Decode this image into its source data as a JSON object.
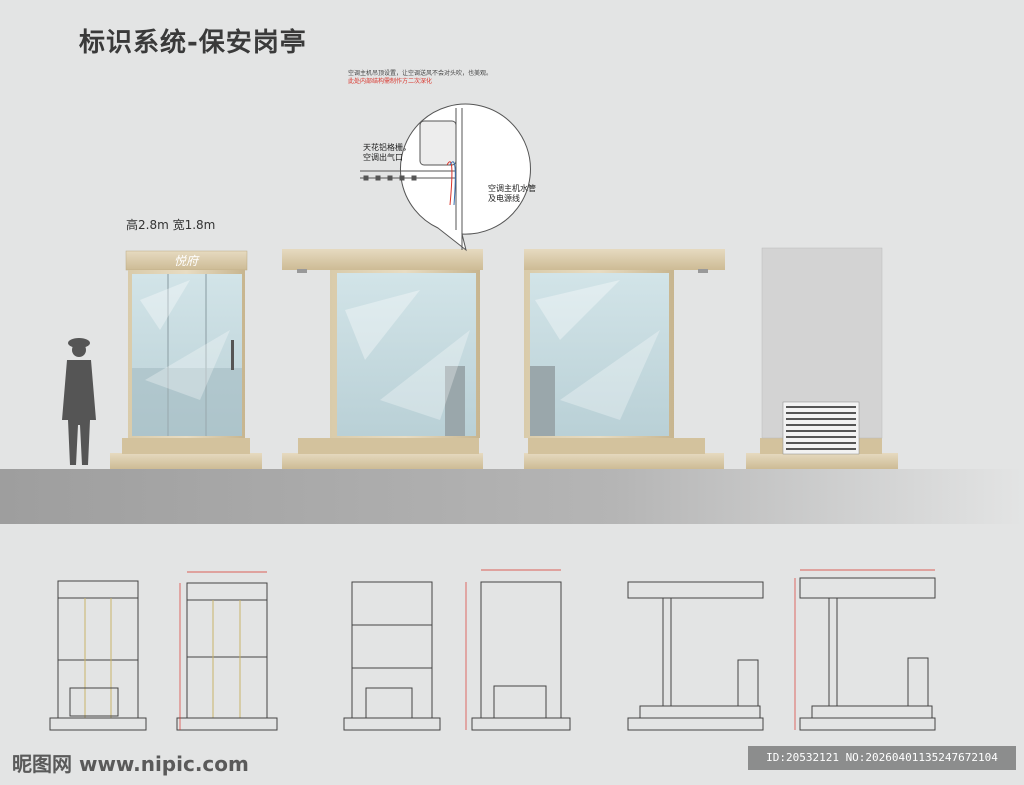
{
  "title": "标识系统-保安岗亭",
  "size_label": "高2.8m 宽1.8m",
  "sign_text": "悦府",
  "callout": {
    "note_line1": "空调主机吊顶设置，让空调送风不会对头吹，也美观。",
    "note_line2": "此处内部结构需制作方二次深化",
    "ceiling_label_1": "天花铝格栅，",
    "ceiling_label_2": "空调出气口",
    "pipe_label_1": "空调主机水管",
    "pipe_label_2": "及电源线"
  },
  "watermark": {
    "site": "昵图网 www.nipic.com",
    "id_text": "ID:20532121 NO:20260401135247672104"
  },
  "colors": {
    "background": "#e3e4e4",
    "frame": "#cbb994",
    "glass": "#c6dbe0",
    "ground": "#a9a9a9",
    "annotation_red": "#d9342b"
  }
}
